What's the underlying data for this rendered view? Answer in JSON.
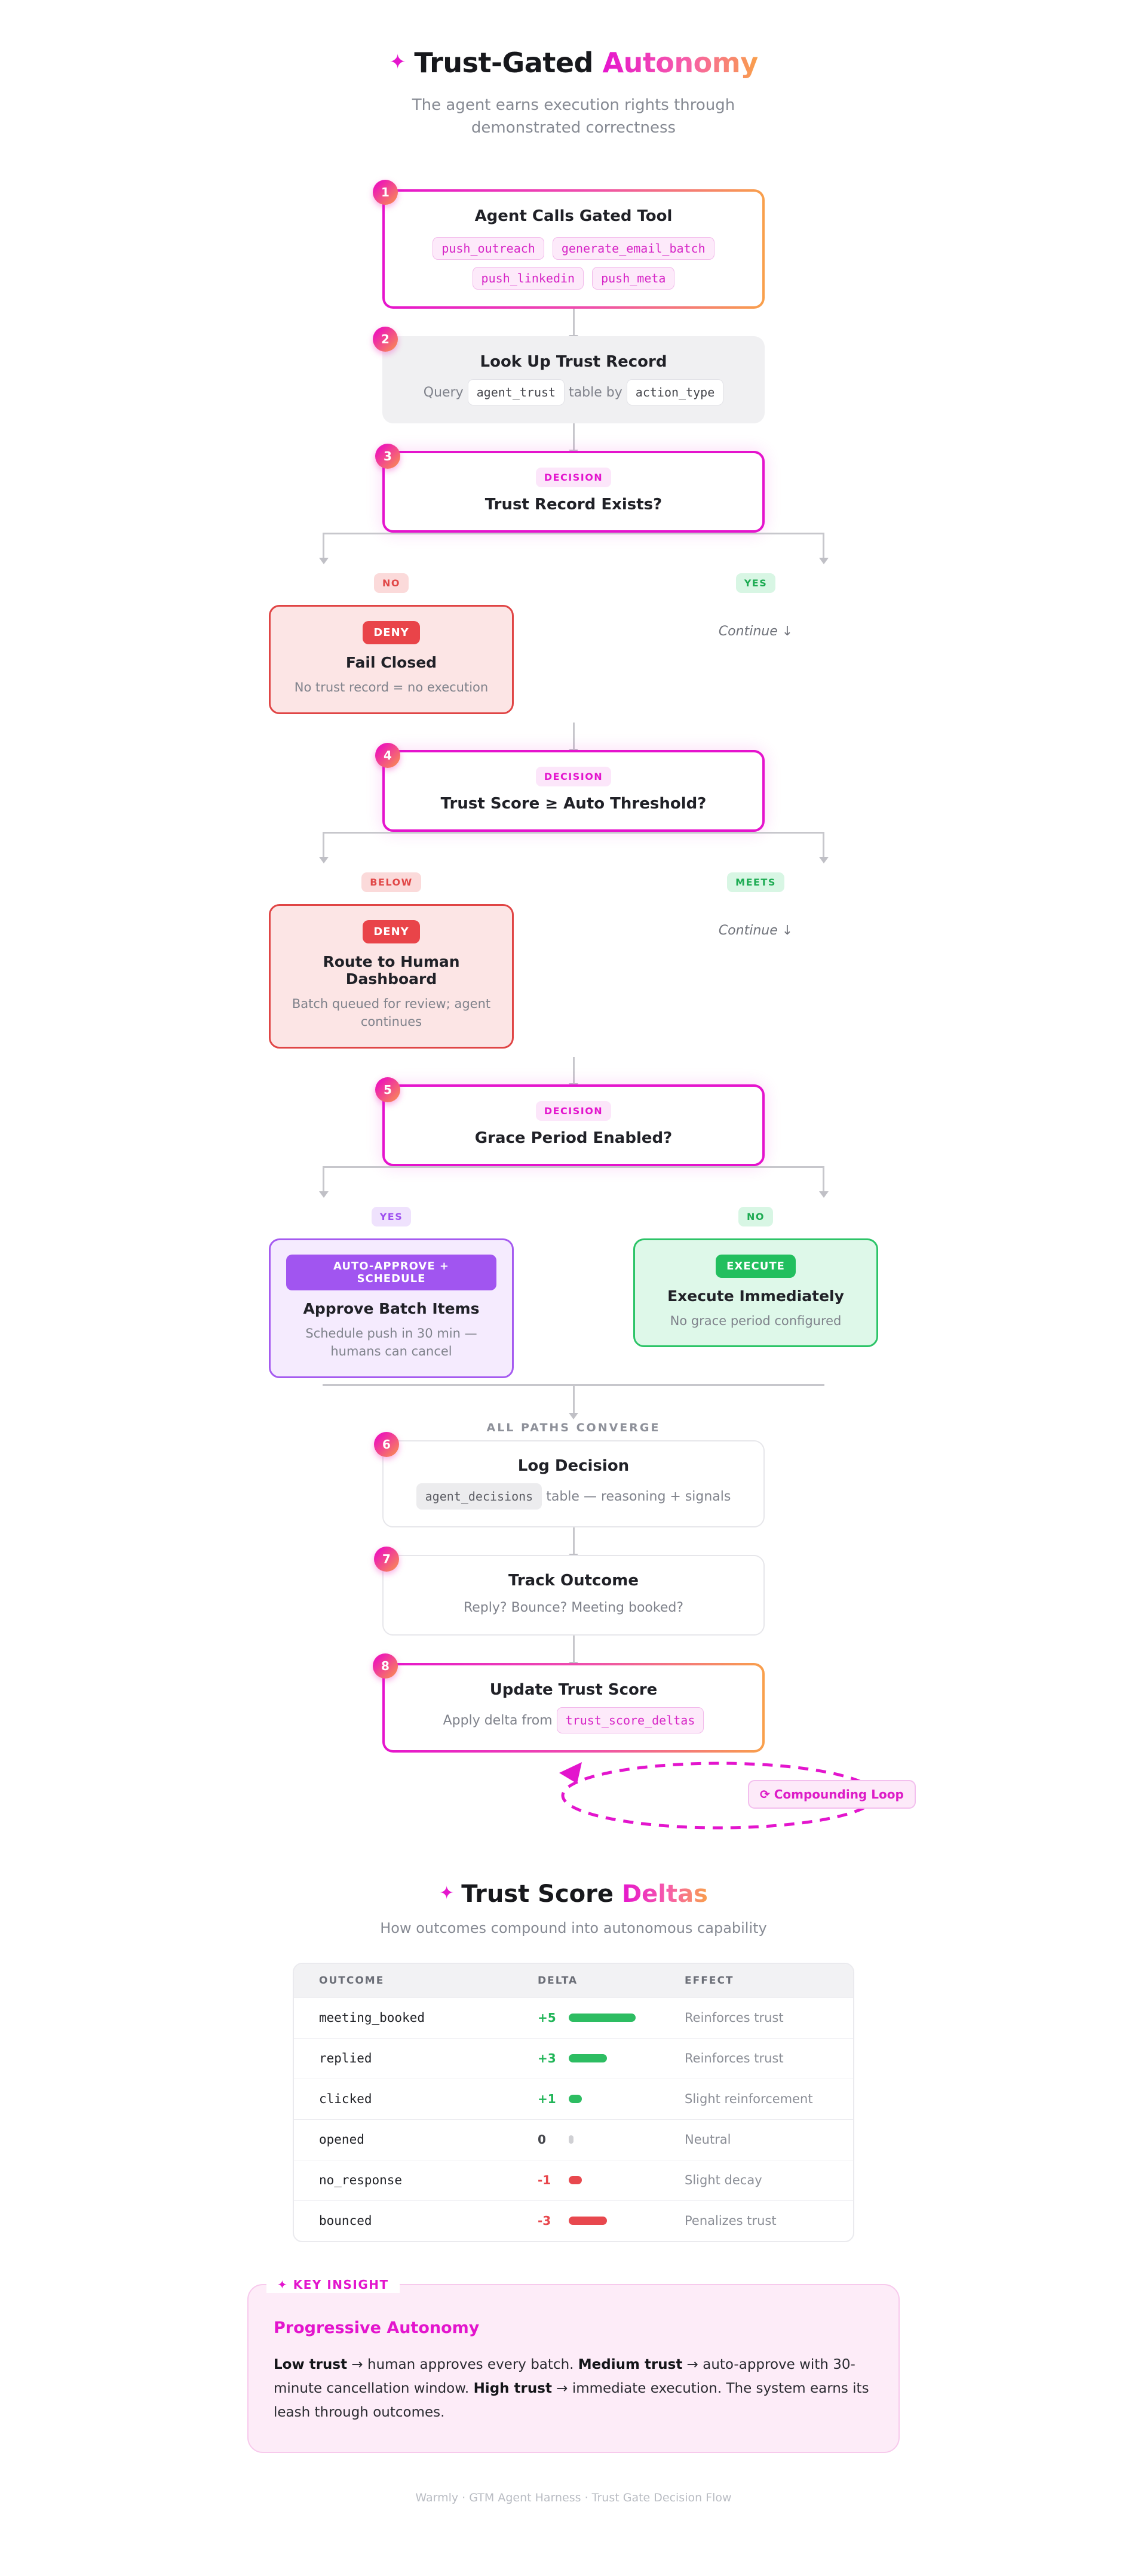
{
  "colors": {
    "magenta": "#e515cd",
    "orange": "#f9a04b",
    "red": "#e8474d",
    "green": "#23c160",
    "purple": "#a55bf0"
  },
  "header": {
    "spark": "✦",
    "title_dark": "Trust-Gated",
    "title_accent": "Autonomy",
    "subtitle": "The agent earns execution rights through demonstrated correctness"
  },
  "flow": {
    "node1": {
      "num": "1",
      "title": "Agent Calls Gated Tool",
      "tools": [
        "push_outreach",
        "generate_email_batch",
        "push_linkedin",
        "push_meta"
      ]
    },
    "node2": {
      "num": "2",
      "title": "Look Up Trust Record",
      "desc_prefix": "Query",
      "code1": "agent_trust",
      "desc_mid": "table by",
      "code2": "action_type"
    },
    "node3": {
      "num": "3",
      "badge": "DECISION",
      "title": "Trust Record Exists?"
    },
    "branch1": {
      "left_label": "NO",
      "right_label": "YES",
      "deny_badge": "DENY",
      "deny_title": "Fail Closed",
      "deny_desc": "No trust record = no execution",
      "continue_label": "Continue ↓"
    },
    "node4": {
      "num": "4",
      "badge": "DECISION",
      "title": "Trust Score ≥ Auto Threshold?"
    },
    "branch2": {
      "left_label": "BELOW",
      "right_label": "MEETS",
      "deny_badge": "DENY",
      "deny_title": "Route to Human Dashboard",
      "deny_desc": "Batch queued for review; agent continues",
      "continue_label": "Continue ↓"
    },
    "node5": {
      "num": "5",
      "badge": "DECISION",
      "title": "Grace Period Enabled?"
    },
    "branch3": {
      "left_label": "YES",
      "right_label": "NO",
      "approve_badge": "AUTO-APPROVE + SCHEDULE",
      "approve_title": "Approve Batch Items",
      "approve_desc": "Schedule push in 30 min — humans can cancel",
      "execute_badge": "EXECUTE",
      "execute_title": "Execute Immediately",
      "execute_desc": "No grace period configured"
    },
    "converge_label": "ALL PATHS CONVERGE",
    "node6": {
      "num": "6",
      "title": "Log Decision",
      "code": "agent_decisions",
      "desc_suffix": "table — reasoning + signals"
    },
    "node7": {
      "num": "7",
      "title": "Track Outcome",
      "desc": "Reply? Bounce? Meeting booked?"
    },
    "node8": {
      "num": "8",
      "title": "Update Trust Score",
      "desc_prefix": "Apply delta from",
      "code": "trust_score_deltas"
    },
    "loop_icon": "⟳",
    "loop_label": "Compounding Loop"
  },
  "deltas": {
    "spark": "✦",
    "title_dark": "Trust Score",
    "title_accent": "Deltas",
    "subtitle": "How outcomes compound into autonomous capability",
    "headers": [
      "OUTCOME",
      "DELTA",
      "EFFECT"
    ],
    "rows": [
      {
        "outcome": "meeting_booked",
        "delta": "+5",
        "dir": "pos",
        "bar": 112,
        "effect": "Reinforces trust"
      },
      {
        "outcome": "replied",
        "delta": "+3",
        "dir": "pos",
        "bar": 64,
        "effect": "Reinforces trust"
      },
      {
        "outcome": "clicked",
        "delta": "+1",
        "dir": "pos",
        "bar": 22,
        "effect": "Slight reinforcement"
      },
      {
        "outcome": "opened",
        "delta": "0",
        "dir": "neu",
        "bar": 8,
        "effect": "Neutral"
      },
      {
        "outcome": "no_response",
        "delta": "-1",
        "dir": "neg",
        "bar": 22,
        "effect": "Slight decay"
      },
      {
        "outcome": "bounced",
        "delta": "-3",
        "dir": "neg",
        "bar": 64,
        "effect": "Penalizes trust"
      }
    ]
  },
  "insight": {
    "tag": "✦ KEY INSIGHT",
    "title": "Progressive Autonomy",
    "segments": [
      {
        "text": "Low trust",
        "class": "bold"
      },
      {
        "text": " → human approves every batch. ",
        "class": ""
      },
      {
        "text": "Medium trust",
        "class": "bold"
      },
      {
        "text": " → auto-approve with 30-minute cancellation window. ",
        "class": ""
      },
      {
        "text": "High trust",
        "class": "bold"
      },
      {
        "text": " → immediate execution. The system earns its leash through outcomes.",
        "class": ""
      }
    ]
  },
  "footer": {
    "text": "Warmly · GTM Agent Harness · Trust Gate Decision Flow"
  },
  "chart_data": {
    "type": "table",
    "title": "Trust Score Deltas",
    "categories": [
      "meeting_booked",
      "replied",
      "clicked",
      "opened",
      "no_response",
      "bounced"
    ],
    "values": [
      5,
      3,
      1,
      0,
      -1,
      -3
    ],
    "effects": [
      "Reinforces trust",
      "Reinforces trust",
      "Slight reinforcement",
      "Neutral",
      "Slight decay",
      "Penalizes trust"
    ]
  }
}
